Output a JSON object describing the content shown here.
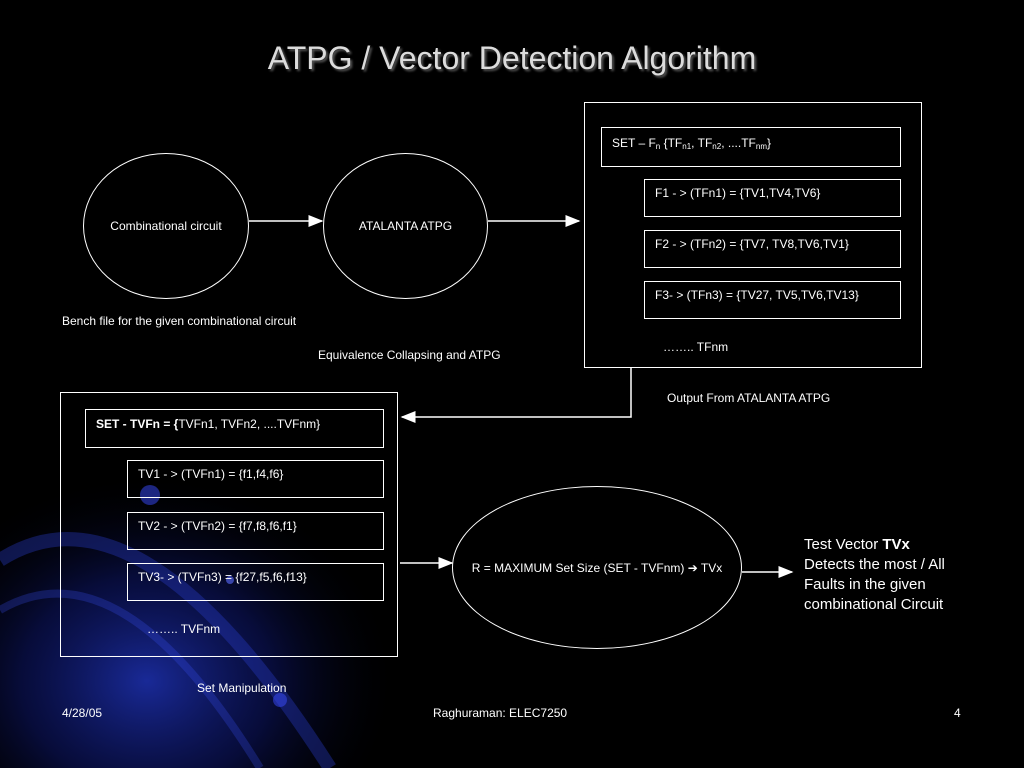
{
  "slide": {
    "title": "ATPG / Vector Detection Algorithm",
    "footer": {
      "date": "4/28/05",
      "author": "Raghuraman: ELEC7250",
      "page": "4"
    }
  },
  "left_flow": {
    "circle1_label": "Combinational circuit",
    "circle2_label": "ATALANTA ATPG",
    "caption_bench": "Bench file for the given combinational circuit",
    "caption_equiv": "Equivalence Collapsing and ATPG"
  },
  "output_panel": {
    "set_prefix": "SET – F",
    "set_sub_n": "n",
    "set_brace": " {TF",
    "set_sub_n1": "n1",
    "set_sep1": ", TF",
    "set_sub_n2": "n2",
    "set_sep2": ", ....TF",
    "set_sub_nm": "nm",
    "set_close": "}",
    "rows": [
      "F1 - > (TFn1) = {TV1,TV4,TV6}",
      "F2 - > (TFn2) =  {TV7, TV8,TV6,TV1}",
      "F3- > (TFn3) =  {TV27, TV5,TV6,TV13}"
    ],
    "ellipsis": "…….. TFnm",
    "caption": "Output From ATALANTA ATPG"
  },
  "set_panel": {
    "header_bold": "SET - TVFn = {",
    "header_rest": "TVFn1, TVFn2, ....TVFnm}",
    "rows": [
      "TV1 - > (TVFn1) = {f1,f4,f6}",
      "TV2 - > (TVFn2) = {f7,f8,f6,f1}",
      "TV3- > (TVFn3) =  {f27,f5,f6,f13}"
    ],
    "ellipsis": "…….. TVFnm",
    "caption": "Set Manipulation"
  },
  "result": {
    "ellipse_label": "R = MAXIMUM Set Size (SET - TVFnm) ➔ TVx",
    "line1_prefix": "Test Vector ",
    "line1_bold": "TVx",
    "line2": "Detects the most / All",
    "line3": "Faults in the given",
    "line4": "combinational Circuit"
  }
}
